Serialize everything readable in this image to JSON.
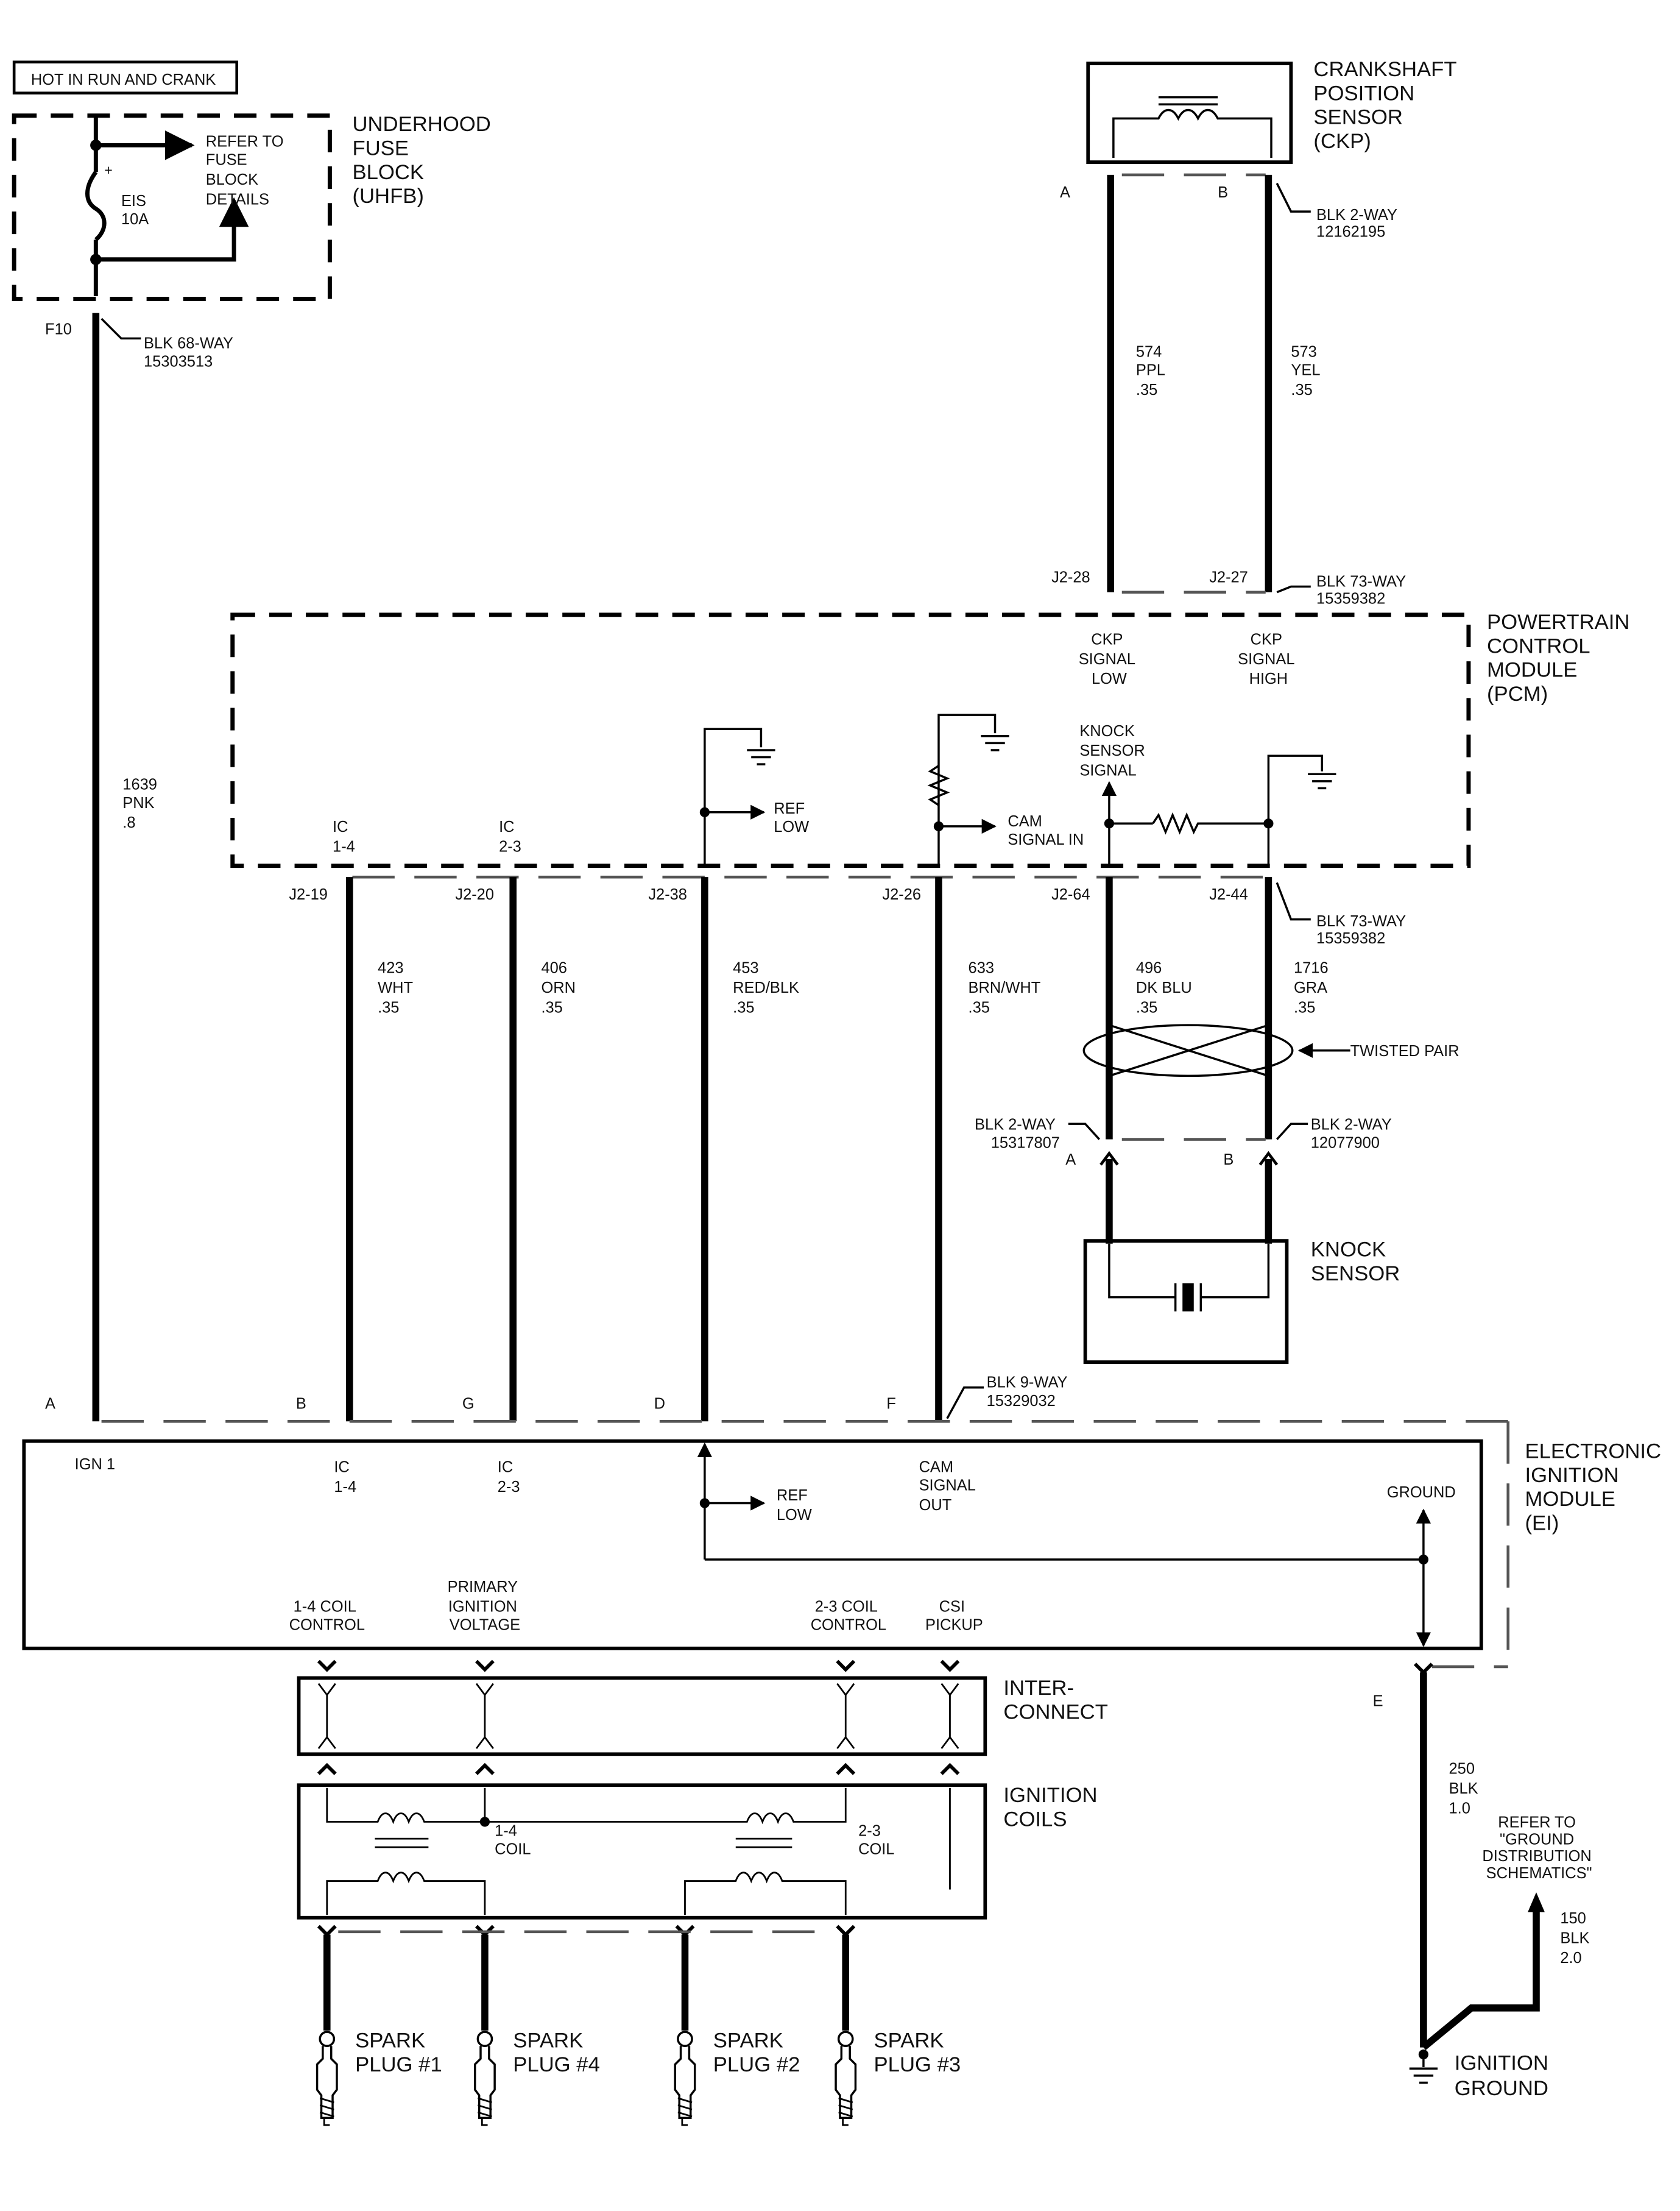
{
  "header_label": "HOT IN RUN AND CRANK",
  "fuse_block": {
    "title": [
      "UNDERHOOD",
      "FUSE",
      "BLOCK",
      "(UHFB)"
    ],
    "fuse": [
      "EIS",
      "10A"
    ],
    "refer": [
      "REFER TO",
      "FUSE",
      "BLOCK",
      "DETAILS"
    ],
    "plus": "+",
    "pin": "F10",
    "connector": [
      "BLK 68-WAY",
      "15303513"
    ]
  },
  "ckp": {
    "title": [
      "CRANKSHAFT",
      "POSITION",
      "SENSOR",
      "(CKP)"
    ],
    "pin_a": "A",
    "pin_b": "B",
    "connector": [
      "BLK 2-WAY",
      "12162195"
    ],
    "wire_574": [
      "574",
      "PPL",
      ".35"
    ],
    "wire_573": [
      "573",
      "YEL",
      ".35"
    ],
    "pcm_pin_low": "J2-28",
    "pcm_pin_high": "J2-27",
    "pcm_connector": [
      "BLK 73-WAY",
      "15359382"
    ]
  },
  "pcm": {
    "title": [
      "POWERTRAIN",
      "CONTROL",
      "MODULE",
      "(PCM)"
    ],
    "ckp_low": [
      "CKP",
      "SIGNAL",
      "LOW"
    ],
    "ckp_high": [
      "CKP",
      "SIGNAL",
      "HIGH"
    ],
    "knock_signal": [
      "KNOCK",
      "SENSOR",
      "SIGNAL"
    ],
    "ic14": [
      "IC",
      "1-4"
    ],
    "ic23": [
      "IC",
      "2-3"
    ],
    "ref_low": [
      "REF",
      "LOW"
    ],
    "cam_in": [
      "CAM",
      "SIGNAL IN"
    ],
    "pins": [
      "J2-19",
      "J2-20",
      "J2-38",
      "J2-26",
      "J2-64",
      "J2-44"
    ],
    "bottom_connector": [
      "BLK 73-WAY",
      "15359382"
    ]
  },
  "wires": {
    "w1639": [
      "1639",
      "PNK",
      ".8"
    ],
    "w423": [
      "423",
      "WHT",
      ".35"
    ],
    "w406": [
      "406",
      "ORN",
      ".35"
    ],
    "w453": [
      "453",
      "RED/BLK",
      ".35"
    ],
    "w633": [
      "633",
      "BRN/WHT",
      ".35"
    ],
    "w496": [
      "496",
      "DK BLU",
      ".35"
    ],
    "w1716": [
      "1716",
      "GRA",
      ".35"
    ],
    "twisted": "TWISTED PAIR"
  },
  "knock": {
    "title": [
      "KNOCK",
      "SENSOR"
    ],
    "conn_a": [
      "BLK 2-WAY",
      "15317807"
    ],
    "conn_b": [
      "BLK 2-WAY",
      "12077900"
    ],
    "pin_a": "A",
    "pin_b": "B"
  },
  "ei": {
    "title": [
      "ELECTRONIC",
      "IGNITION",
      "MODULE",
      "(EI)"
    ],
    "pins": [
      "A",
      "B",
      "G",
      "D",
      "F"
    ],
    "connector": [
      "BLK 9-WAY",
      "15329032"
    ],
    "ign1": "IGN 1",
    "ic14": [
      "IC",
      "1-4"
    ],
    "ic23": [
      "IC",
      "2-3"
    ],
    "ref_low": [
      "REF",
      "LOW"
    ],
    "cam_out": [
      "CAM",
      "SIGNAL",
      "OUT"
    ],
    "ground": "GROUND",
    "coil14": [
      "1-4 COIL",
      "CONTROL"
    ],
    "primary": [
      "PRIMARY",
      "IGNITION",
      "VOLTAGE"
    ],
    "coil23": [
      "2-3 COIL",
      "CONTROL"
    ],
    "csi": [
      "CSI",
      "PICKUP"
    ],
    "pin_e": "E"
  },
  "interconnect": [
    "INTER-",
    "CONNECT"
  ],
  "coils": {
    "title": [
      "IGNITION",
      "COILS"
    ],
    "c14": [
      "1-4",
      "COIL"
    ],
    "c23": [
      "2-3",
      "COIL"
    ]
  },
  "plugs": [
    [
      "SPARK",
      "PLUG #1"
    ],
    [
      "SPARK",
      "PLUG #4"
    ],
    [
      "SPARK",
      "PLUG #2"
    ],
    [
      "SPARK",
      "PLUG #3"
    ]
  ],
  "ground_section": {
    "w250": [
      "250",
      "BLK",
      "1.0"
    ],
    "refer": [
      "REFER TO",
      "\"GROUND",
      "DISTRIBUTION",
      "SCHEMATICS\""
    ],
    "w150": [
      "150",
      "BLK",
      "2.0"
    ],
    "title": [
      "IGNITION",
      "GROUND"
    ]
  }
}
